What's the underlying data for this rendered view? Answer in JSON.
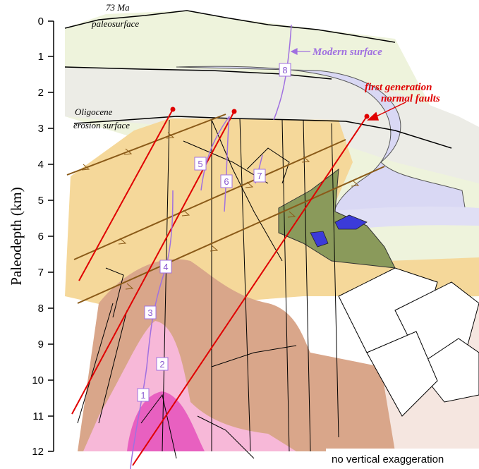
{
  "figure": {
    "y_axis_label": "Paleodepth (km)",
    "y_ticks": [
      "0",
      "1",
      "2",
      "3",
      "4",
      "5",
      "6",
      "7",
      "8",
      "9",
      "10",
      "11",
      "12"
    ],
    "labels": {
      "ma73": "73 Ma",
      "paleosurface": "paleosurface",
      "modern_surface": "Modern surface",
      "first_generation_line1": "first generation",
      "first_generation_line2": "normal faults",
      "oligocene": "Oligocene",
      "erosion_surface": "erosion surface",
      "no_vertical_exaggeration": "no vertical exaggeration"
    },
    "well_numbers": [
      "1",
      "2",
      "3",
      "4",
      "5",
      "6",
      "7",
      "8"
    ],
    "colors": {
      "normal_fault": "#e00000",
      "thrust_fault": "#8a5a18",
      "well_path": "#a070e0",
      "unit_yellow": "#f5d89a",
      "unit_brown": "#d9a68a",
      "unit_pink": "#f7b8d8",
      "unit_magenta": "#e860c0",
      "unit_lavender": "#d9d8f4",
      "unit_green": "#8a9a5b",
      "unit_blue": "#3b3bd9"
    }
  }
}
